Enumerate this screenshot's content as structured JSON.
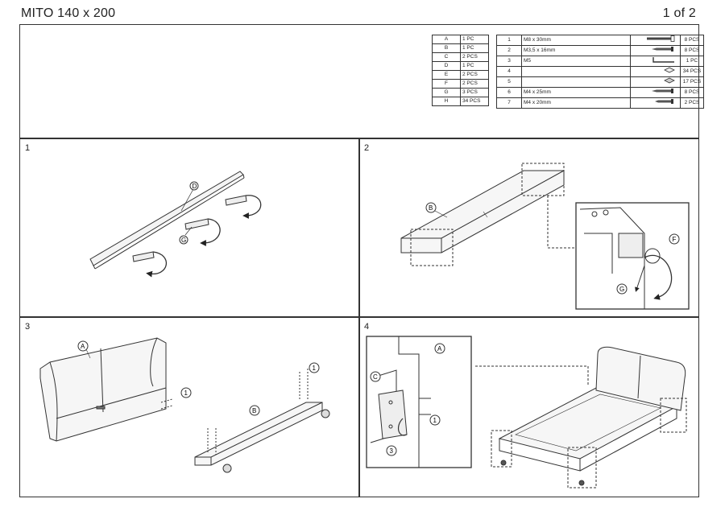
{
  "header": {
    "title": "MITO 140 x 200",
    "page": "1 of 2"
  },
  "parts_letters": [
    {
      "id": "A",
      "qty": "1 PC"
    },
    {
      "id": "B",
      "qty": "1 PC"
    },
    {
      "id": "C",
      "qty": "2 PCS"
    },
    {
      "id": "D",
      "qty": "1 PC"
    },
    {
      "id": "E",
      "qty": "2 PCS"
    },
    {
      "id": "F",
      "qty": "2 PCS"
    },
    {
      "id": "G",
      "qty": "3 PCS"
    },
    {
      "id": "H",
      "qty": "34 PCS"
    }
  ],
  "parts_hardware": [
    {
      "num": "1",
      "desc": "M8 x 30mm",
      "icon": "bolt-icon",
      "qty": "8 PCS"
    },
    {
      "num": "2",
      "desc": "M3,5 x 16mm",
      "icon": "screw-icon",
      "qty": "8 PCS"
    },
    {
      "num": "3",
      "desc": "M5",
      "icon": "allen-key-icon",
      "qty": "1 PC"
    },
    {
      "num": "4",
      "desc": "",
      "icon": "pad-icon",
      "qty": "34 PCS"
    },
    {
      "num": "5",
      "desc": "",
      "icon": "pad-icon",
      "qty": "17 PCS"
    },
    {
      "num": "6",
      "desc": "M4 x 25mm",
      "icon": "screw-icon",
      "qty": "8 PCS"
    },
    {
      "num": "7",
      "desc": "M4 x 20mm",
      "icon": "screw-icon",
      "qty": "2 PCS"
    }
  ],
  "steps": [
    {
      "number": "1",
      "callouts": [
        "D",
        "G"
      ]
    },
    {
      "number": "2",
      "callouts": [
        "B",
        "F",
        "G"
      ]
    },
    {
      "number": "3",
      "callouts": [
        "A",
        "1",
        "1",
        "B"
      ]
    },
    {
      "number": "4",
      "callouts": [
        "A",
        "C",
        "1",
        "3"
      ]
    }
  ]
}
